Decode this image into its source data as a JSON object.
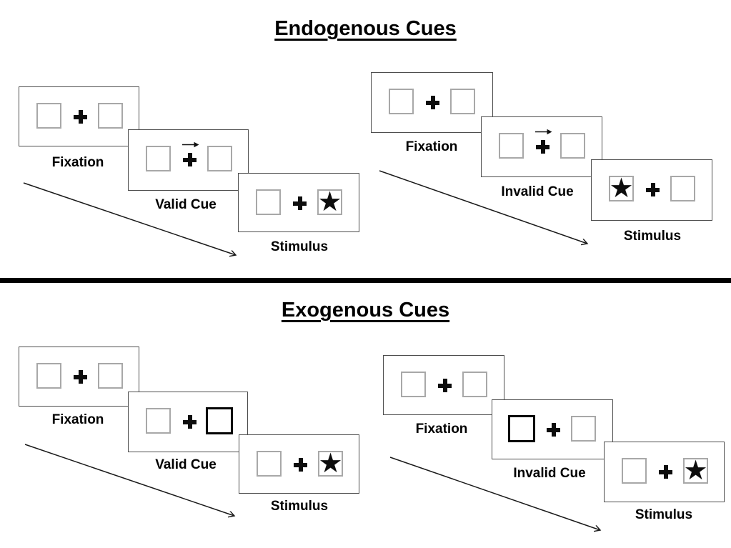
{
  "sections": {
    "endogenous": {
      "title": "Endogenous Cues"
    },
    "exogenous": {
      "title": "Exogenous Cues"
    }
  },
  "labels": {
    "fixation": "Fixation",
    "valid_cue": "Valid Cue",
    "invalid_cue": "Invalid Cue",
    "stimulus": "Stimulus"
  },
  "icons": {
    "star": "★",
    "fixation_cross": "+",
    "cue_arrow": "→"
  },
  "colors": {
    "background": "#ffffff",
    "text": "#000000",
    "panel_border": "#4d4d4d",
    "placeholder_box_border": "#a8a8a8",
    "highlight_box_border": "#000000",
    "divider": "#000000"
  },
  "trials": [
    {
      "section": "Endogenous Cues",
      "type": "Valid Cue",
      "cue": "central arrow pointing right",
      "stimulus_side": "right"
    },
    {
      "section": "Endogenous Cues",
      "type": "Invalid Cue",
      "cue": "central arrow pointing right",
      "stimulus_side": "left"
    },
    {
      "section": "Exogenous Cues",
      "type": "Valid Cue",
      "cue": "right box highlighted",
      "stimulus_side": "right"
    },
    {
      "section": "Exogenous Cues",
      "type": "Invalid Cue",
      "cue": "left box highlighted",
      "stimulus_side": "right"
    }
  ],
  "panel_sequence": [
    "Fixation",
    "Cue",
    "Stimulus"
  ]
}
